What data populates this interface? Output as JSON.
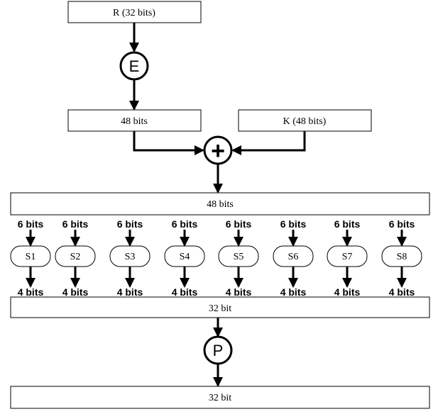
{
  "input_r": "R (32 bits)",
  "expansion": "E",
  "expanded": "48 bits",
  "key": "K (48 bits)",
  "xor_symbol": "+",
  "xor_output": "48 bits",
  "sboxes": [
    {
      "in": "6 bits",
      "label": "S1",
      "out": "4 bits"
    },
    {
      "in": "6 bits",
      "label": "S2",
      "out": "4 bits"
    },
    {
      "in": "6 bits",
      "label": "S3",
      "out": "4 bits"
    },
    {
      "in": "6 bits",
      "label": "S4",
      "out": "4 bits"
    },
    {
      "in": "6 bits",
      "label": "S5",
      "out": "4 bits"
    },
    {
      "in": "6 bits",
      "label": "S6",
      "out": "4 bits"
    },
    {
      "in": "6 bits",
      "label": "S7",
      "out": "4 bits"
    },
    {
      "in": "6 bits",
      "label": "S8",
      "out": "4 bits"
    }
  ],
  "sbox_output": "32 bit",
  "permutation": "P",
  "final_output": "32 bit"
}
